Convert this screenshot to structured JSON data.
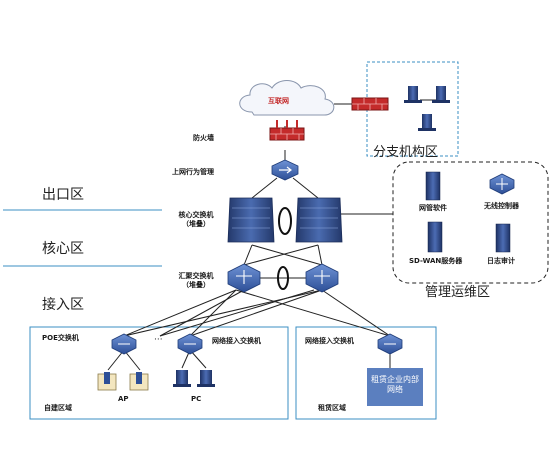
{
  "zones": {
    "exit": "出口区",
    "core": "核心区",
    "access": "接入区",
    "branch": "分支机构区",
    "mgmt": "管理运维区"
  },
  "devices": {
    "internet": "互联网",
    "firewall": "防火墙",
    "behavior": "上网行为管理",
    "core_switch": "核心交换机",
    "core_stack": "（堆叠）",
    "agg_switch": "汇聚交换机",
    "agg_stack": "（堆叠）",
    "poe_switch": "POE交换机",
    "access_switch_1": "网络接入交换机",
    "access_switch_2": "网络接入交换机",
    "ellipsis": "···",
    "ap": "AP",
    "pc": "PC",
    "self_area": "自建区域",
    "rent_area": "租赁区域",
    "tenant_network": "租赁企业内部网络"
  },
  "mgmt": {
    "nms": "网管软件",
    "wlc": "无线控制器",
    "sdwan": "SD-WAN服务器",
    "log": "日志审计"
  },
  "colors": {
    "switch_blue": "#3a63b0",
    "firewall_red": "#c42b2b",
    "core_navy": "#2f4a86",
    "zone_line": "#3b8fc3",
    "tenant_box": "#5b7fbf"
  }
}
